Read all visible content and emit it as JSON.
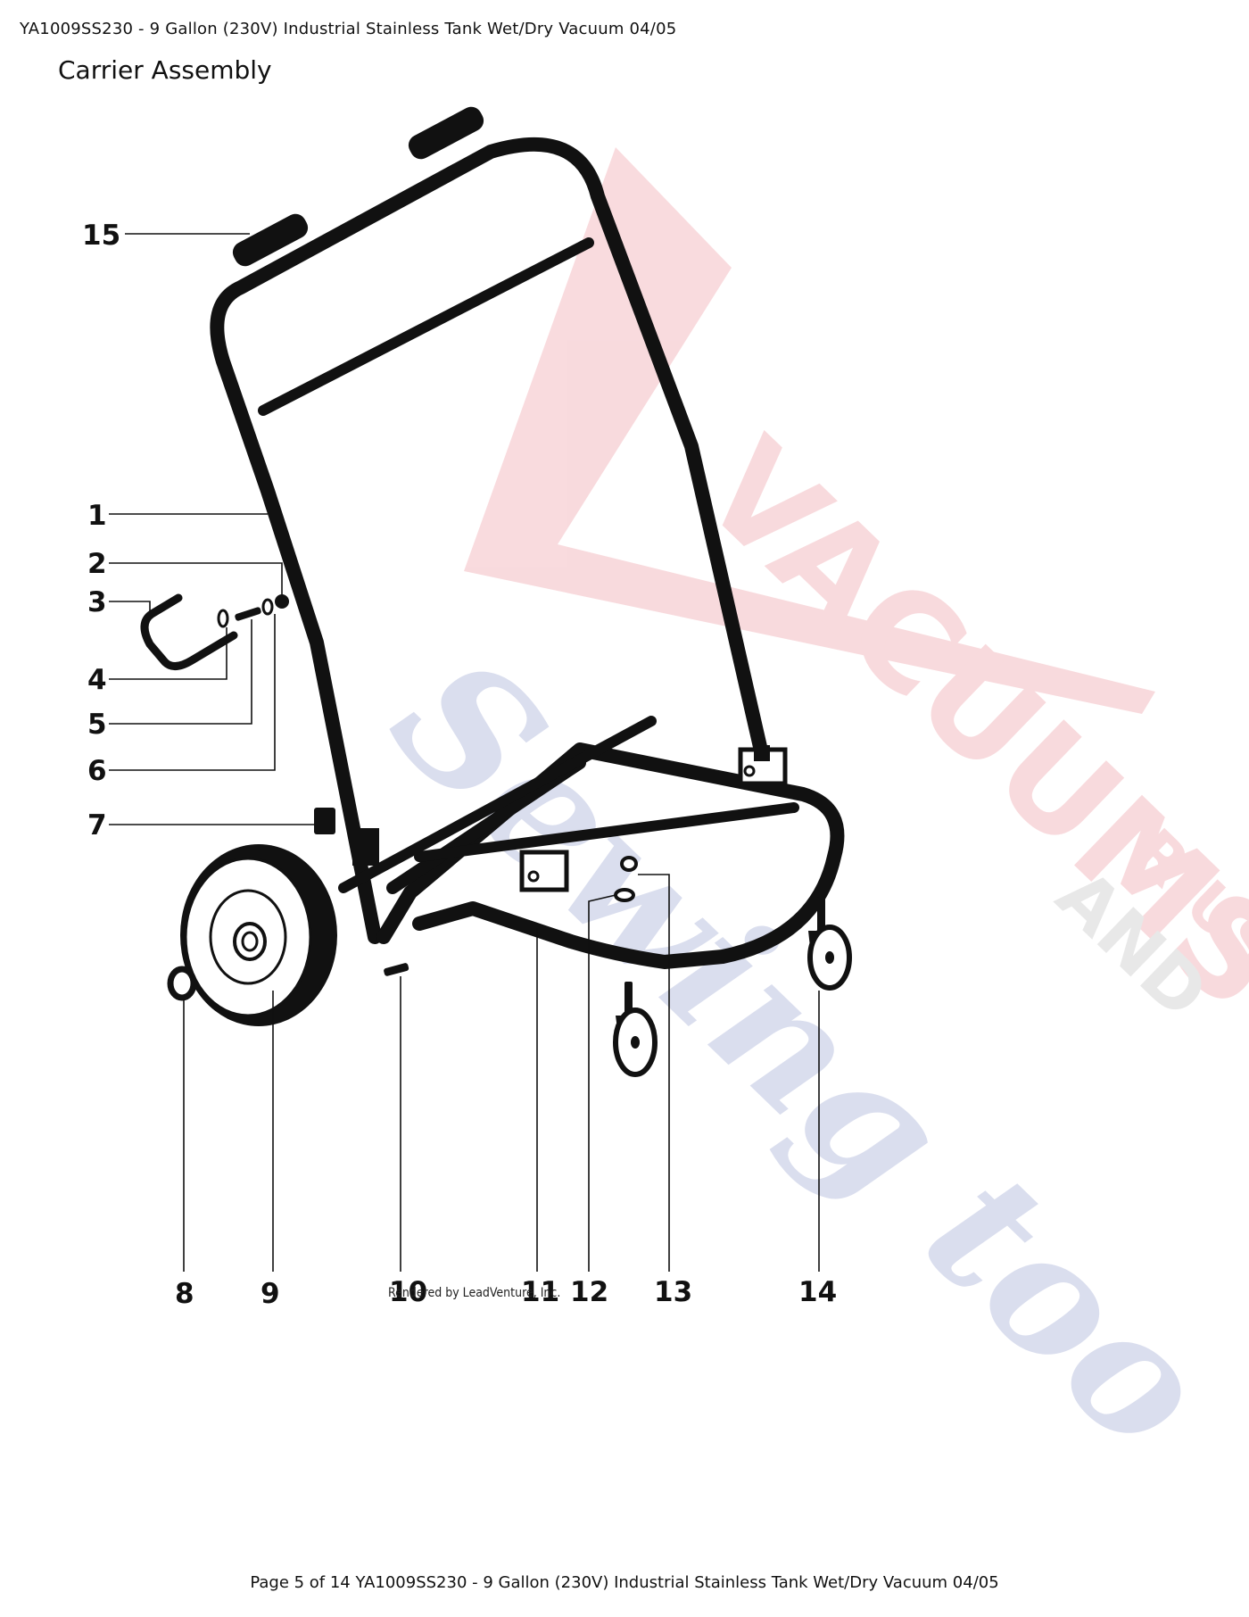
{
  "header": {
    "title": "YA1009SS230 - 9 Gallon (230V) Industrial Stainless Tank Wet/Dry Vacuum 04/05"
  },
  "section": {
    "title": "Carrier Assembly"
  },
  "diagram": {
    "callouts": [
      "15",
      "1",
      "2",
      "3",
      "4",
      "5",
      "6",
      "7",
      "8",
      "9",
      "10",
      "11",
      "12",
      "13",
      "14"
    ],
    "credit": "Rendered by LeadVenture, Inc."
  },
  "watermark": {
    "line1": "VACUUMS",
    "line2": "Sewing too",
    "line3": "R-US",
    "line4": "AND",
    "colors": {
      "red": "#e35d67",
      "blue": "#5b6bb4",
      "gray": "#9a9a9a"
    }
  },
  "footer": {
    "text": "Page 5 of 14 YA1009SS230 - 9 Gallon (230V) Industrial Stainless Tank Wet/Dry Vacuum 04/05"
  }
}
